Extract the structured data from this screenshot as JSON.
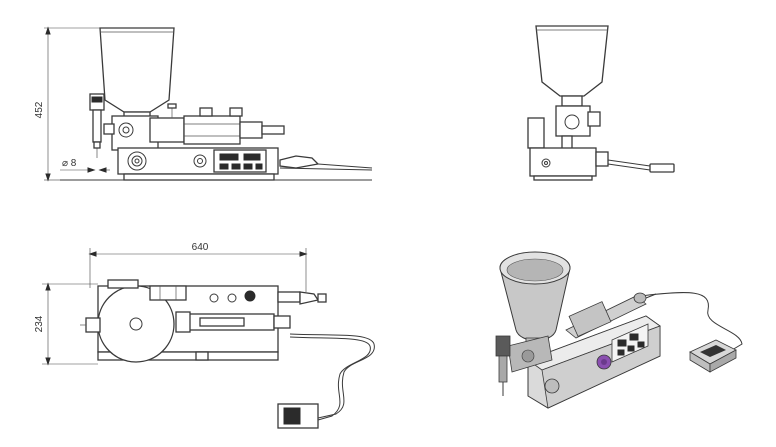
{
  "dimensions": {
    "height": "452",
    "diameter": "⌀ 8",
    "length": "640",
    "width": "234"
  },
  "colors": {
    "line": "#3a3a3a",
    "hopper_3d": "#c8c8c8",
    "body_3d": "#d9d9d9",
    "accent_purple": "#8a4fb0",
    "pedal_dark": "#333333"
  },
  "views": [
    "front-view",
    "side-view",
    "top-view",
    "isometric-view"
  ]
}
